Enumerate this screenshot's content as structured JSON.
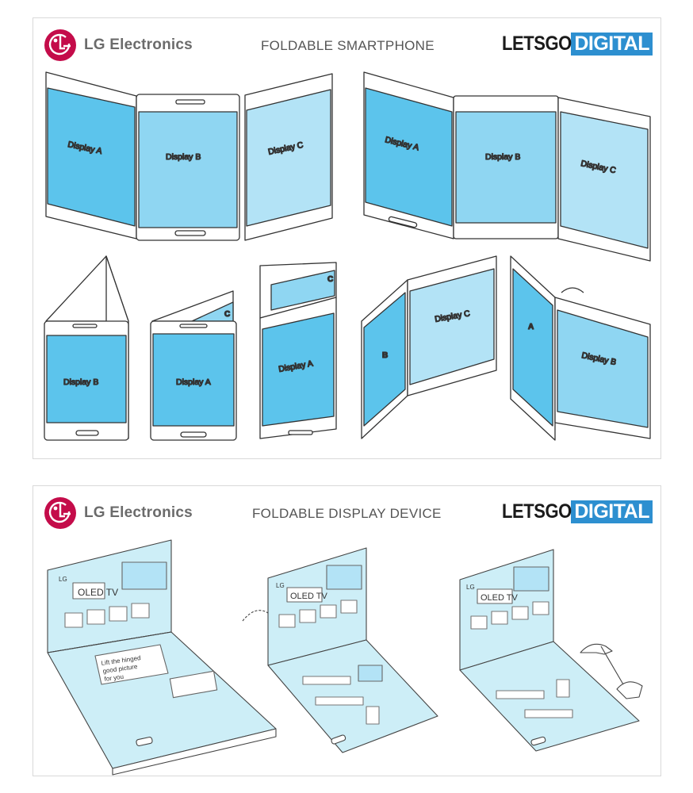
{
  "top": {
    "brand_logo": "LG Electronics",
    "title": "FOLDABLE SMARTPHONE",
    "site_part1": "LETSGO",
    "site_part2": "DIGITAL",
    "labels": {
      "a1": "Display A",
      "b1": "Display B",
      "c1": "Display C",
      "a2": "Display A",
      "b2": "Display B",
      "c2": "Display C",
      "b3": "Display B",
      "a4": "Display A",
      "c4": "C",
      "c5": "C",
      "a5": "Display A",
      "b6": "B",
      "c6": "Display C",
      "a7": "A",
      "b7": "Display B"
    }
  },
  "bottom": {
    "brand_logo": "LG Electronics",
    "title": "FOLDABLE DISPLAY DEVICE",
    "site_part1": "LETSGO",
    "site_part2": "DIGITAL",
    "screen_text": {
      "oled1": "OLED TV",
      "oled2": "OLED TV",
      "oled3": "OLED TV",
      "note1": "Lift the hinged",
      "note2": "good picture",
      "note3": "for you",
      "lg1": "LG",
      "lg2": "LG",
      "lg3": "LG"
    }
  },
  "colors": {
    "screen_dark": "#5cc4ec",
    "screen_mid": "#8fd6f2",
    "screen_light": "#b3e3f6",
    "screen_pale": "#cdeef7",
    "outline": "#333333",
    "lg_red": "#c40c4a",
    "brand_blue": "#2d8fd0"
  }
}
